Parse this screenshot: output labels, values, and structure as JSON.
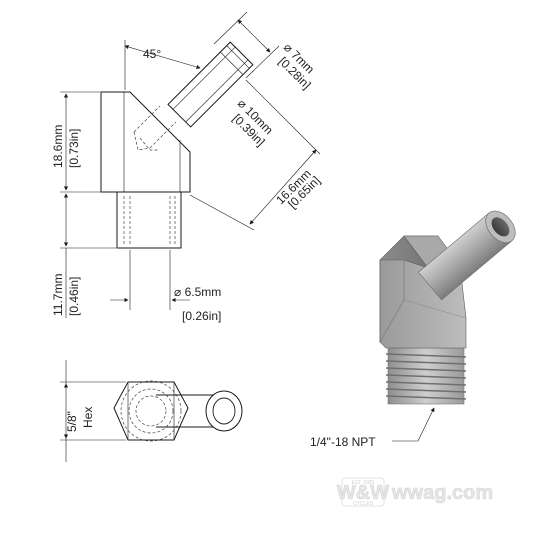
{
  "angle_label": "45°",
  "dims": {
    "outlet_dia_mm": "7mm",
    "outlet_dia_in": "[0.28in]",
    "inner_dia_mm": "10mm",
    "inner_dia_in": "[0.39in]",
    "outlet_len_mm": "16.6mm",
    "outlet_len_in": "[0.65in]",
    "body_height_mm": "18.6mm",
    "body_height_in": "[0.73in]",
    "thread_len_mm": "11.7mm",
    "thread_len_in": "[0.46in]",
    "bore_dia_mm": "6.5mm",
    "bore_dia_in": "[0.26in]",
    "diameter_symbol": "⌀",
    "hex_size": "5/8\"",
    "hex_label": "Hex"
  },
  "callout": {
    "thread_label": "1/4\"-18 NPT"
  },
  "watermark": {
    "brand": "W&W",
    "site": "wwag.com",
    "small_top": "EST. 1981",
    "small_bottom": "CYCLES"
  }
}
